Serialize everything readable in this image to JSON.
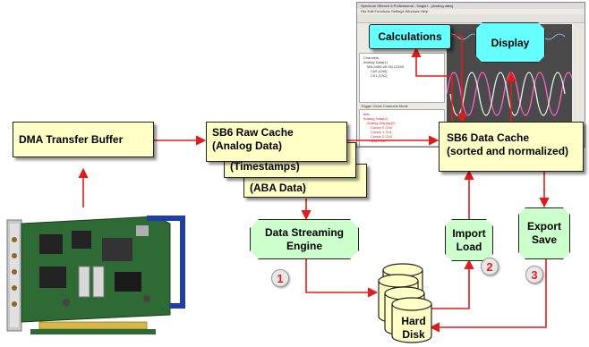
{
  "diagram": {
    "dma_box": "DMA Transfer Buffer",
    "raw_cache_line1": "SB6 Raw Cache",
    "raw_cache_line2": "(Analog Data)",
    "timestamps": "(Timestamps)",
    "aba_data": "(ABA Data)",
    "data_cache_line1": "SB6 Data Cache",
    "data_cache_line2": "(sorted and normalized)",
    "calculations": "Calculations",
    "display": "Display",
    "streaming_line1": "Data Streaming",
    "streaming_line2": "Engine",
    "import_line1": "Import",
    "import_line2": "Load",
    "export_line1": "Export",
    "export_line2": "Save",
    "hard_disk_line1": "Hard",
    "hard_disk_line2": "Disk",
    "step1": "1",
    "step2": "2",
    "step3": "3"
  },
  "screenshot": {
    "title": "Spectrum SBench 6 Professional - Single1 - [Analog data]",
    "menu": "File  Edit  Functions  Settings  Windows  Help",
    "channels_header": "Channels",
    "tree_root": "Analog Data(1)",
    "tree_item1": "M4i.4450-x8 SN 12345",
    "tree_item2": "Ch0 (Ch0)",
    "tree_item3": "Ch1 (Ch1)",
    "tabs": "Trigger  Clock  Channels  Mode",
    "lower_header": "Info",
    "lower_item1": "Analog Data(1)",
    "lower_item2": "Analog Display(2)",
    "lower_item3": "Cursor 0 Ch0",
    "lower_item4": "Cursor 1 Ch1",
    "lower_item5": "Cursor 2 Ch0",
    "lower_item6": "Math Ch0"
  },
  "colors": {
    "cache_box": "#ffffc6",
    "process_box": "#ccffcc",
    "output_box": "#66ffff",
    "arrow": "#e21b1b",
    "step_number": "#e02020",
    "wave_pink": "#ff66cc",
    "wave_white": "#f0f0f0"
  },
  "icons": [
    "daq-card-image",
    "hard-disk-icon",
    "software-screenshot"
  ]
}
